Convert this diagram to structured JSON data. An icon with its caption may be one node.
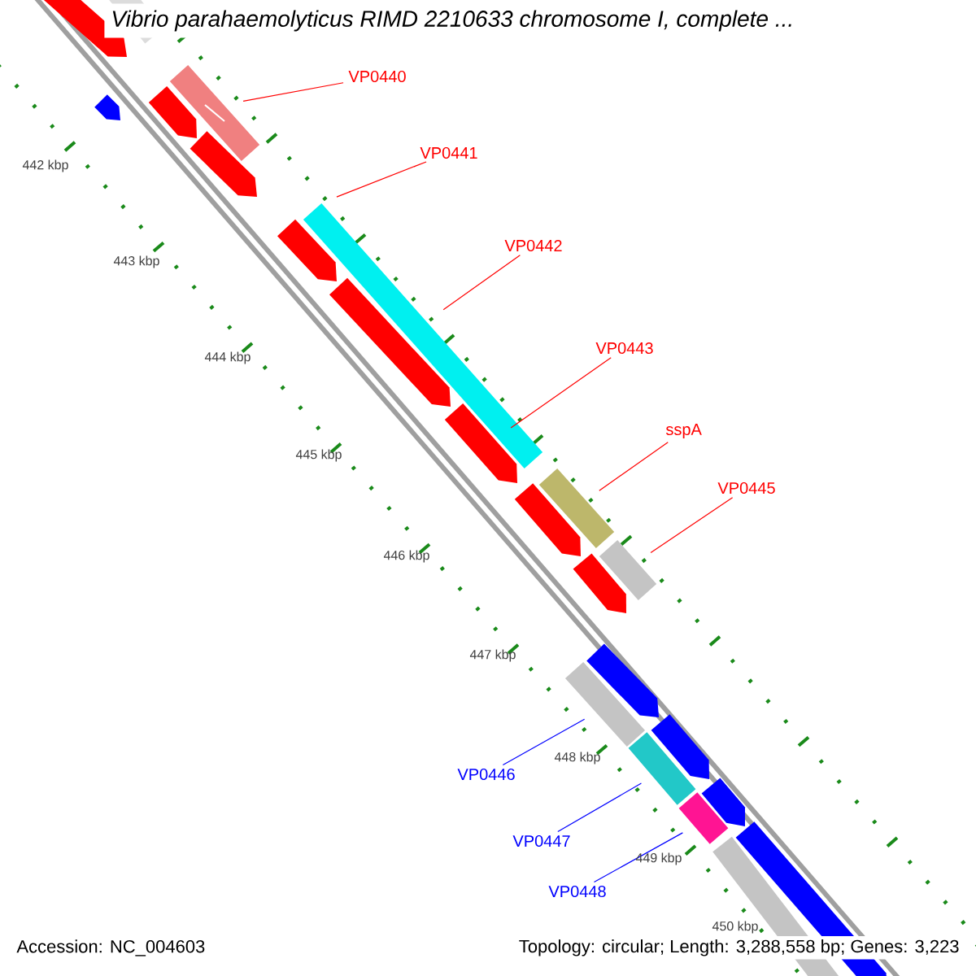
{
  "diagram": {
    "title": "Vibrio parahaemolyticus RIMD 2210633 chromosome I, complete ...",
    "nodes": [
      {
        "text": [
          "VP0440"
        ]
      },
      {
        "text": [],
        "shape": "bar"
      },
      {
        "text": [
          "VP0441"
        ]
      },
      {
        "text": [],
        "shape": "bar"
      },
      {
        "text": [
          "VP0442"
        ]
      },
      {
        "text": [],
        "shape": "arrow"
      },
      {
        "text": [
          "VP0443"
        ]
      },
      {
        "text": [],
        "shape": "arrow"
      },
      {
        "text": [
          "sspA"
        ]
      },
      {
        "text": [],
        "shape": "bar"
      },
      {
        "text": [
          "VP0445"
        ]
      },
      {
        "text": [],
        "shape": "bar"
      },
      {
        "text": [
          "VP0446"
        ]
      },
      {
        "text": [],
        "shape": "bar"
      },
      {
        "text": [
          "VP0447"
        ]
      },
      {
        "text": [],
        "shape": "bar"
      },
      {
        "text": [
          "VP0448"
        ]
      },
      {
        "text": [],
        "shape": "bar"
      }
    ],
    "edges": [
      {
        "from": 0,
        "to": 1,
        "arrow": "none"
      },
      {
        "from": 2,
        "to": 3,
        "arrow": "none"
      },
      {
        "from": 4,
        "to": 5,
        "arrow": "none"
      },
      {
        "from": 6,
        "to": 7,
        "arrow": "none"
      },
      {
        "from": 8,
        "to": 9,
        "arrow": "none"
      },
      {
        "from": 10,
        "to": 11,
        "arrow": "none"
      },
      {
        "from": 12,
        "to": 13,
        "arrow": "none",
        "color": "#0000ff"
      },
      {
        "from": 14,
        "to": 15,
        "arrow": "none",
        "color": "#0000ff"
      },
      {
        "from": 16,
        "to": 17,
        "arrow": "none",
        "color": "#0000ff"
      }
    ],
    "labels": [
      "442 kbp",
      "443 kbp",
      "444 kbp",
      "445 kbp",
      "446 kbp",
      "447 kbp",
      "448 kbp",
      "449 kbp",
      "450 kbp",
      "Accession: NC_004603",
      "Topology: circular; Length: 3,288,558 bp; Genes: 3,223"
    ]
  }
}
